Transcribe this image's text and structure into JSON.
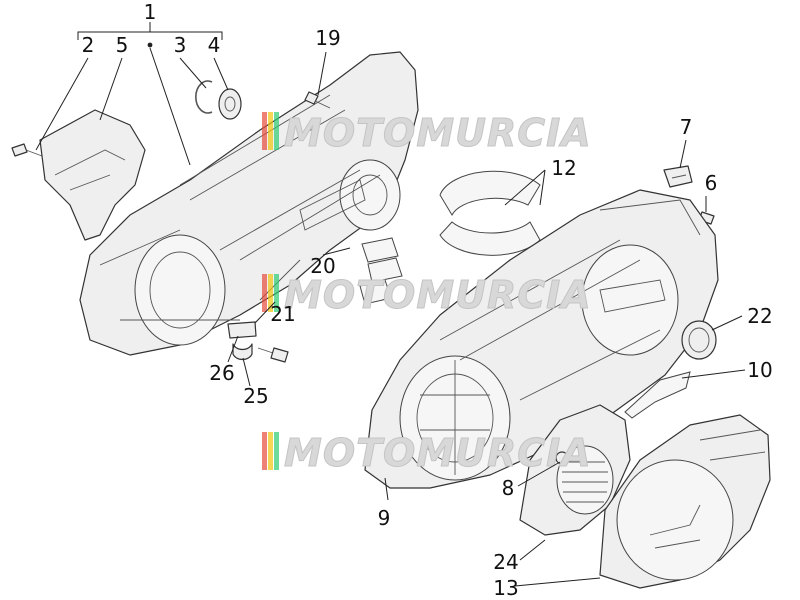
{
  "watermark": {
    "text": "MOTOMURCIA"
  },
  "callouts": [
    {
      "id": "1",
      "label": "1"
    },
    {
      "id": "2",
      "label": "2"
    },
    {
      "id": "5",
      "label": "5"
    },
    {
      "id": "3",
      "label": "3"
    },
    {
      "id": "4",
      "label": "4"
    },
    {
      "id": "19",
      "label": "19"
    },
    {
      "id": "7",
      "label": "7"
    },
    {
      "id": "12",
      "label": "12"
    },
    {
      "id": "6",
      "label": "6"
    },
    {
      "id": "20",
      "label": "20"
    },
    {
      "id": "21",
      "label": "21"
    },
    {
      "id": "22",
      "label": "22"
    },
    {
      "id": "26",
      "label": "26"
    },
    {
      "id": "25",
      "label": "25"
    },
    {
      "id": "10",
      "label": "10"
    },
    {
      "id": "8",
      "label": "8"
    },
    {
      "id": "9",
      "label": "9"
    },
    {
      "id": "24",
      "label": "24"
    },
    {
      "id": "13",
      "label": "13"
    }
  ]
}
